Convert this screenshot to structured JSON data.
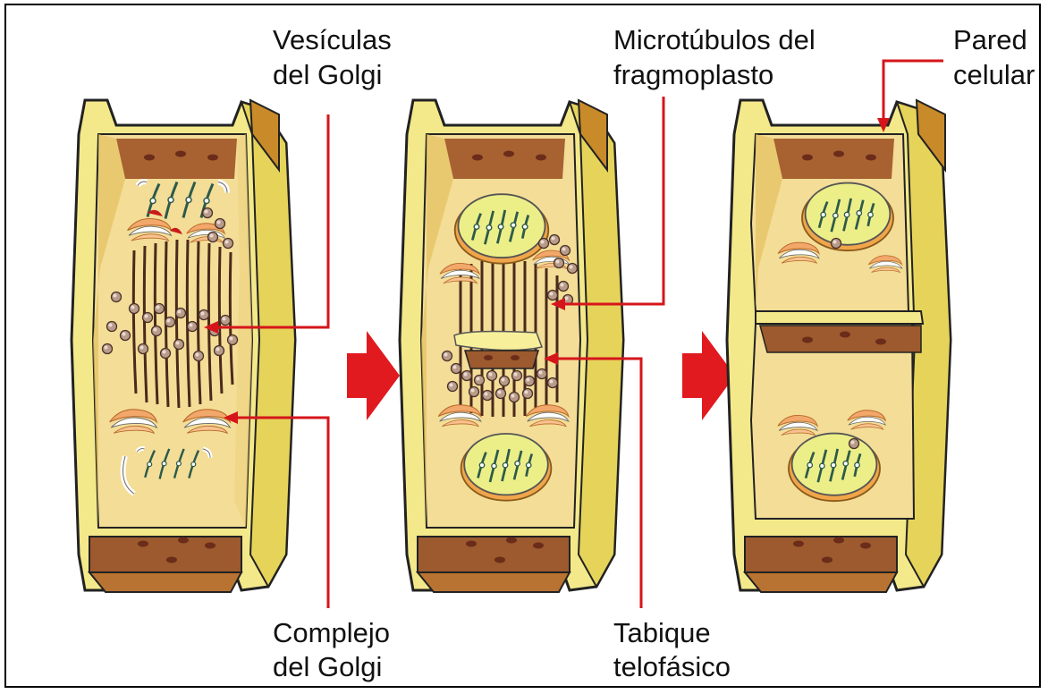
{
  "labels": {
    "vesiculas": [
      "Vesículas",
      "del Golgi"
    ],
    "microtubulos": [
      "Microtúbulos del",
      "fragmoplasto"
    ],
    "pared": [
      "Pared",
      "celular"
    ],
    "complejo": [
      "Complejo",
      "del Golgi"
    ],
    "tabique": [
      "Tabique",
      "telofásico"
    ]
  },
  "colors": {
    "wall": "#f4e98a",
    "wall_dark": "#e6d35a",
    "cytoplasm": "#f3dd97",
    "floor": "#9c5a2e",
    "leader": "#d6151b",
    "arrow": "#e01a1f",
    "golgi": "#f2a86a",
    "vesicle": "#b99b8a",
    "nucleus": "#ecef88"
  }
}
